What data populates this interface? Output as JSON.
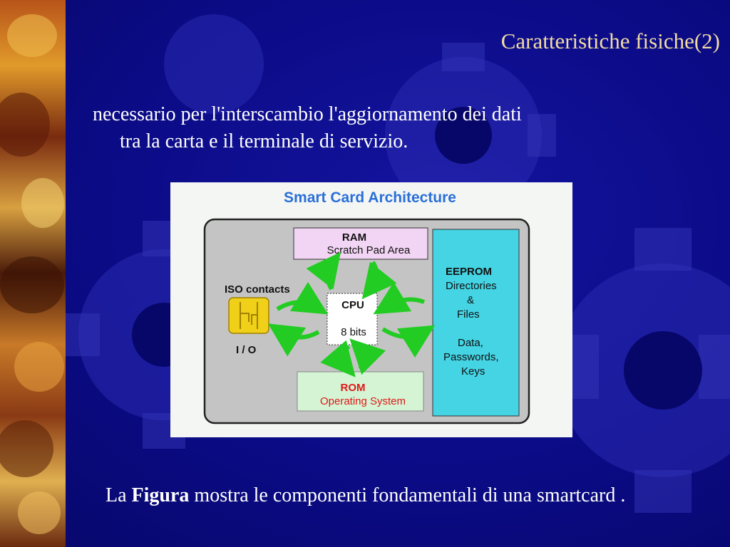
{
  "slide": {
    "title": "Caratteristiche fisiche(2)",
    "bullet": {
      "line1": "necessario per l'interscambio l'aggiornamento dei dati",
      "line2": "tra la carta e il terminale di servizio."
    },
    "caption": {
      "prefix": "La ",
      "bold": "Figura",
      "rest": " mostra le componenti fondamentali di una smartcard ."
    }
  },
  "figure": {
    "title": "Smart Card Architecture",
    "ram_title": "RAM",
    "ram_subtitle": "Scratch Pad Area",
    "eeprom_title": "EEPROM",
    "eeprom_line1": "Directories",
    "eeprom_line2": "&",
    "eeprom_line3": "Files",
    "eeprom_line4": "Data,",
    "eeprom_line5": "Passwords,",
    "eeprom_line6": "Keys",
    "iso_label": "ISO contacts",
    "io_label": "I / O",
    "cpu_title": "CPU",
    "cpu_bits": "8 bits",
    "rom_title": "ROM",
    "rom_subtitle": "Operating System"
  },
  "colors": {
    "title": "#f2dca2",
    "figure_title": "#2a6fd8",
    "rom_text": "#e01818",
    "arrow": "#22cc22",
    "eeprom_fill": "#44d4e4",
    "ram_fill": "#f2d4f4",
    "rom_fill": "#d4f4d4"
  }
}
